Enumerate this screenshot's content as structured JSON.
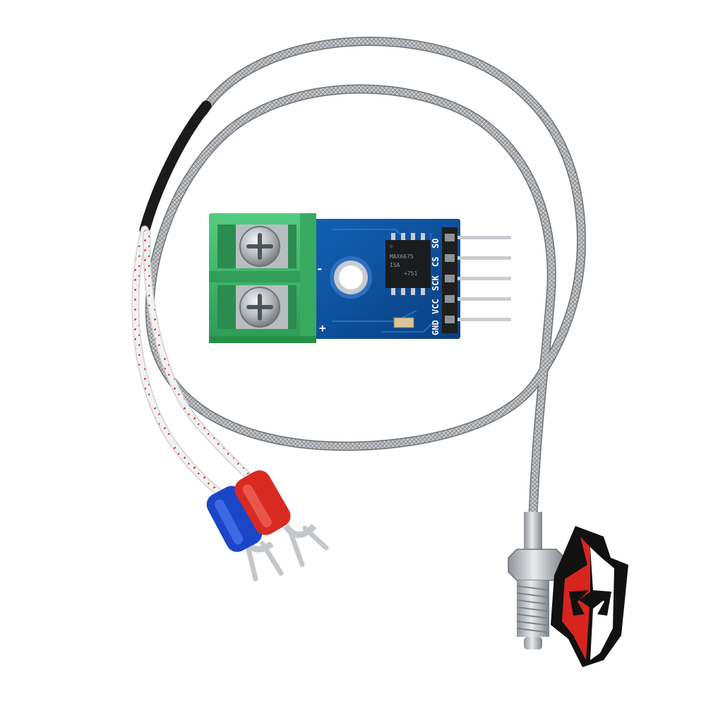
{
  "module": {
    "pin_labels": [
      "SO",
      "CS",
      "SCK",
      "VCC",
      "GND"
    ],
    "terminal_labels": [
      "-",
      "+"
    ],
    "chip_marking": [
      "MAX6675",
      "ISA",
      "+751"
    ],
    "colors": {
      "pcb": "#0d4e9a",
      "terminal_block": "#3db86a",
      "pins": "#c9ccd0",
      "header": "#1e1e1e"
    }
  },
  "probe": {
    "colors": {
      "braided_sheath": "#a9acaf",
      "heat_shrink": "#1b1b1b",
      "lead_insulation": "#f2f2f2",
      "lead_tracer": "#d9302c",
      "fork_terminal_blue": "#1c46c8",
      "fork_terminal_red": "#d92a22",
      "threaded_fitting": "#b9bdc2"
    }
  },
  "logo": {
    "icon": "spartan-helmet-icon",
    "colors": {
      "left": "#d8241f",
      "right": "#ffffff",
      "outline": "#111111"
    }
  }
}
